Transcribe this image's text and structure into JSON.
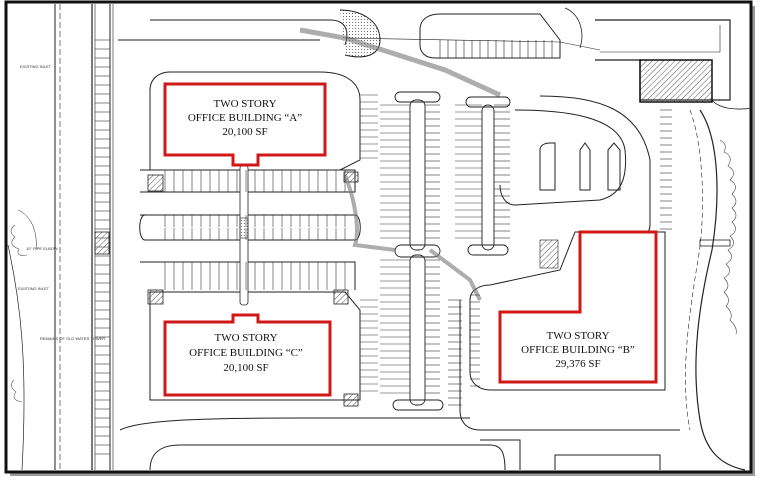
{
  "buildings": [
    {
      "id": "a",
      "lines": [
        "TWO STORY",
        "OFFICE BUILDING “A”",
        "20,100 SF"
      ]
    },
    {
      "id": "b",
      "lines": [
        "TWO STORY",
        "OFFICE BUILDING “B”",
        "29,376 SF"
      ]
    },
    {
      "id": "c",
      "lines": [
        "TWO STORY",
        "OFFICE BUILDING “C”",
        "20,100 SF"
      ]
    }
  ],
  "annotations": {
    "existing_inlet_top": "EXISTING INLET",
    "existing_inlet_bottom": "EXISTING INLET",
    "pipe_note": "10\" PIPE ELBOW",
    "remains_note": "REMAINS OF OLD WATER TOWER"
  },
  "colors": {
    "building_outline": "#d01818",
    "linework": "#222222",
    "frame": "#111111",
    "hatch": "#555555"
  }
}
